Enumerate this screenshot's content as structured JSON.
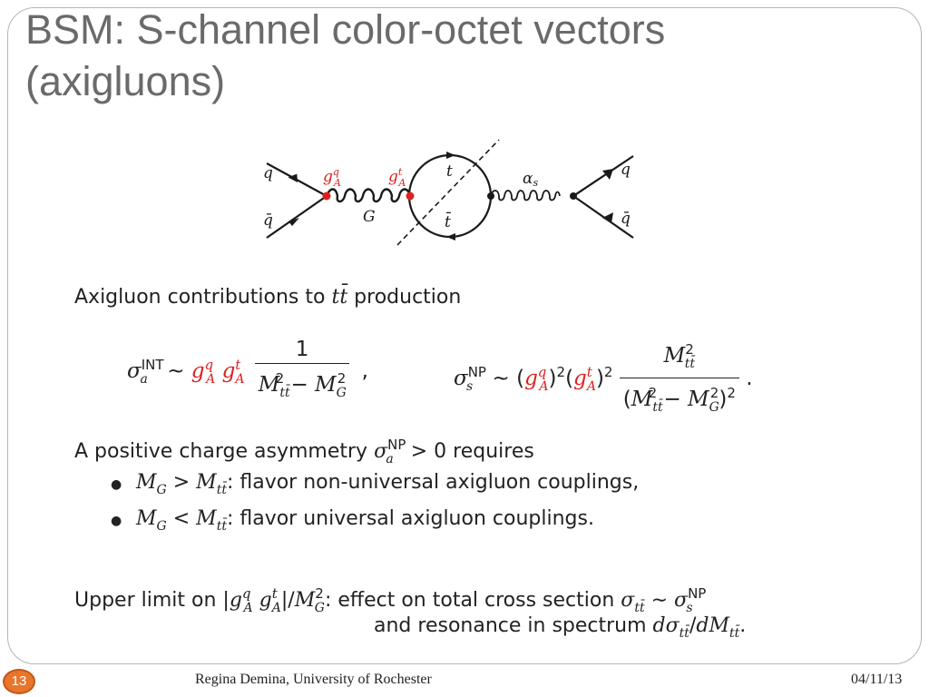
{
  "slide": {
    "title_line1": "BSM:  S-channel color-octet vectors",
    "title_line2": "(axigluons)"
  },
  "diagram": {
    "labels": {
      "q_in": "q",
      "qbar_in": "q̄",
      "coupling_q": "g",
      "coupling_q_sup": "q",
      "coupling_q_sub": "A",
      "coupling_t": "g",
      "coupling_t_sup": "t",
      "coupling_t_sub": "A",
      "gluon_G": "G",
      "top": "t",
      "antitop": "t̄",
      "alpha": "α",
      "alpha_sub": "s",
      "q_out": "q",
      "qbar_out": "q̄"
    },
    "colors": {
      "vertex_red": "#e02020",
      "line": "#1a1a1a"
    }
  },
  "body": {
    "intro": "Axigluon contributions to",
    "intro_tt": "tt̄",
    "intro_end": "production",
    "asym_text": "A positive charge asymmetry",
    "asym_sigma": "σ",
    "asym_sup": "NP",
    "asym_sub": "a",
    "asym_rel": "> 0 requires",
    "bullet1_MG": "M",
    "bullet1_G": "G",
    "bullet1_rel": ">",
    "bullet1_M": "M",
    "bullet1_tt": "tt̄",
    "bullet1_text": ": flavor non-universal axigluon couplings,",
    "bullet2_MG": "M",
    "bullet2_G": "G",
    "bullet2_rel": "<",
    "bullet2_M": "M",
    "bullet2_tt": "tt̄",
    "bullet2_text": ": flavor universal axigluon couplings.",
    "upper_text": "Upper limit on",
    "upper_text2": ": effect on total cross section",
    "upper_line2": "and resonance in spectrum"
  },
  "eq1": {
    "sigma": "σ",
    "sup": "INT",
    "sub": "a",
    "sim": "∼",
    "g": "g",
    "q": "q",
    "t": "t",
    "A": "A",
    "num": "1",
    "den_M": "M",
    "den_tt": "tt̄",
    "den_sq": "2",
    "den_minus": " − ",
    "den_G": "G",
    "comma": ","
  },
  "eq2": {
    "sigma": "σ",
    "sup": "NP",
    "sub": "s",
    "sim": "∼",
    "sq": "2",
    "num_M": "M",
    "num_tt": "tt̄",
    "den_close": ")",
    "period": "."
  },
  "footer": {
    "slide_number": "13",
    "author": "Regina Demina, University of Rochester",
    "date": "04/11/13"
  }
}
